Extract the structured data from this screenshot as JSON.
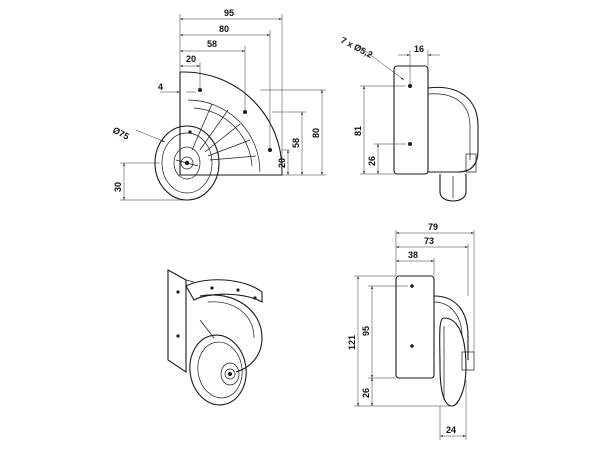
{
  "side_view": {
    "width_95": "95",
    "width_80": "80",
    "width_58": "58",
    "width_20": "20",
    "offset_4": "4",
    "wheel_diameter": "Ø75",
    "height_30": "30",
    "height_80": "80",
    "height_58": "58",
    "height_20": "20"
  },
  "front_view": {
    "holes": "7 x Ø5,2",
    "width_16": "16",
    "height_81": "81",
    "height_26": "26"
  },
  "rear_view": {
    "width_79": "79",
    "width_73": "73",
    "width_38": "38",
    "height_121": "121",
    "height_95": "95",
    "height_26": "26",
    "width_24": "24"
  },
  "colors": {
    "line": "#1a1a1a",
    "background": "#ffffff"
  }
}
